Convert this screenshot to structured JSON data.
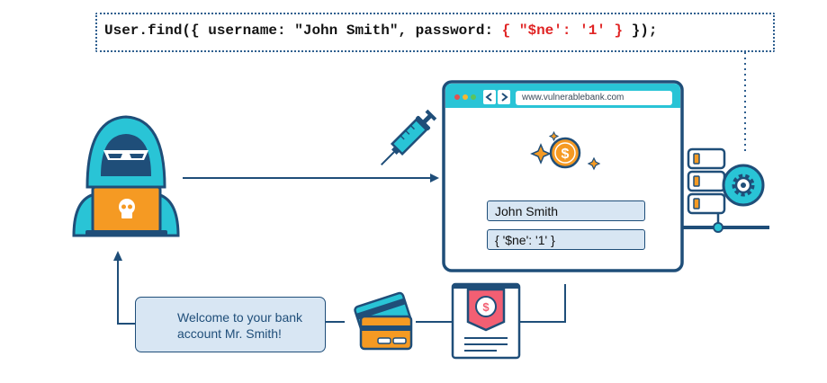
{
  "code": {
    "prefix": "User.find({ username: \"John Smith\", password: ",
    "injection": "{ \"$ne': '1' }",
    "suffix": " });"
  },
  "browser": {
    "url": "www.vulnerablebank.com"
  },
  "form": {
    "username_value": "John Smith",
    "password_value": "{ '$ne': '1' }"
  },
  "message": {
    "line1": "Welcome to your bank",
    "line2": "account Mr. Smith!"
  },
  "colors": {
    "dark_blue": "#1f4e79",
    "cyan": "#29c4d6",
    "orange": "#f59a23",
    "red": "#e02424",
    "light_blue": "#d8e6f3"
  }
}
